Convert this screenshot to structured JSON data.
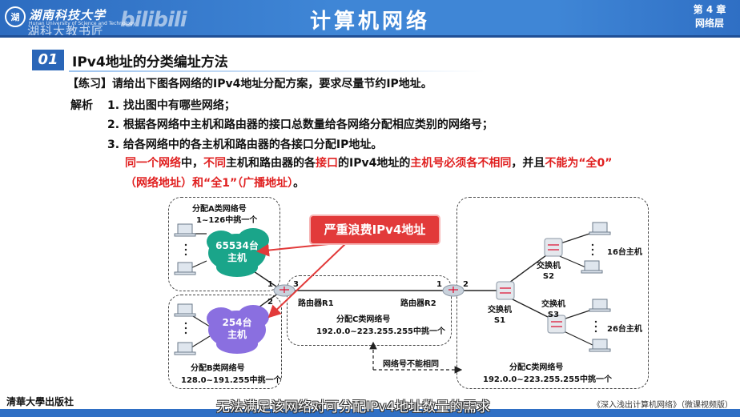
{
  "header": {
    "university_name": "湖南科技大学",
    "university_subtitle": "Hunan University of Science and Technology",
    "watermark_text": "湖科大教书匠",
    "bilibili_logo": "bilibili",
    "title": "计算机网络",
    "chapter_line1": "第 4 章",
    "chapter_line2": "网络层",
    "colors": {
      "header_blue": "#3f86d6",
      "accent_red": "#e02020"
    }
  },
  "section": {
    "number": "01",
    "title": "IPv4地址的分类编址方法"
  },
  "exercise": {
    "text": "【练习】请给出下图各网络的IPv4地址分配方案，要求尽量节约IP地址。"
  },
  "analysis": {
    "label": "解析",
    "steps": [
      "1. 找出图中有哪些网络；",
      "2. 根据各网络中主机和路由器的接口总数量给各网络分配相应类别的网络号；",
      "3. 给各网络中的各主机和路由器的各接口分配IP地址。"
    ],
    "rule": {
      "p1": "同一个网络",
      "p2": "中，",
      "p3": "不同",
      "p4": "主机和路由器的各",
      "p5": "接口",
      "p6": "的IPv4地址的",
      "p7": "主机号必须各不相同",
      "p8": "，并且",
      "p9": "不能为“全0”",
      "p10": "（网络地址）和“全1”（广播地址）",
      "p11": "。"
    }
  },
  "diagram": {
    "net_a": {
      "label1": "分配A类网络号",
      "label2": "1~126中挑一个",
      "hosts": "65534台\n主机"
    },
    "net_b": {
      "label1": "分配B类网络号",
      "label2": "128.0~191.255中挑一个",
      "hosts": "254台\n主机"
    },
    "net_mid": {
      "label1": "分配C类网络号",
      "label2": "192.0.0~223.255.255中挑一个"
    },
    "net_c": {
      "label1": "分配C类网络号",
      "label2": "192.0.0~223.255.255中挑一个"
    },
    "router1": "路由器R1",
    "router2": "路由器R2",
    "switch_s1": "交换机\nS1",
    "switch_s2": "交换机\nS2",
    "switch_s3": "交换机\nS3",
    "hosts_16": "16台主机",
    "hosts_26": "26台主机",
    "port_r1_1": "1",
    "port_r1_2": "2",
    "port_r1_3": "3",
    "port_r2_1": "1",
    "port_r2_2": "2",
    "alert": "严重浪费IPv4地址",
    "note": "网络号不能相同"
  },
  "footer": {
    "publisher": "清華大學出版社",
    "subtitle": "无法满足该网络对可分配IPv4地址数量的需求",
    "book": "《深入浅出计算机网络》（微课视频版）"
  }
}
